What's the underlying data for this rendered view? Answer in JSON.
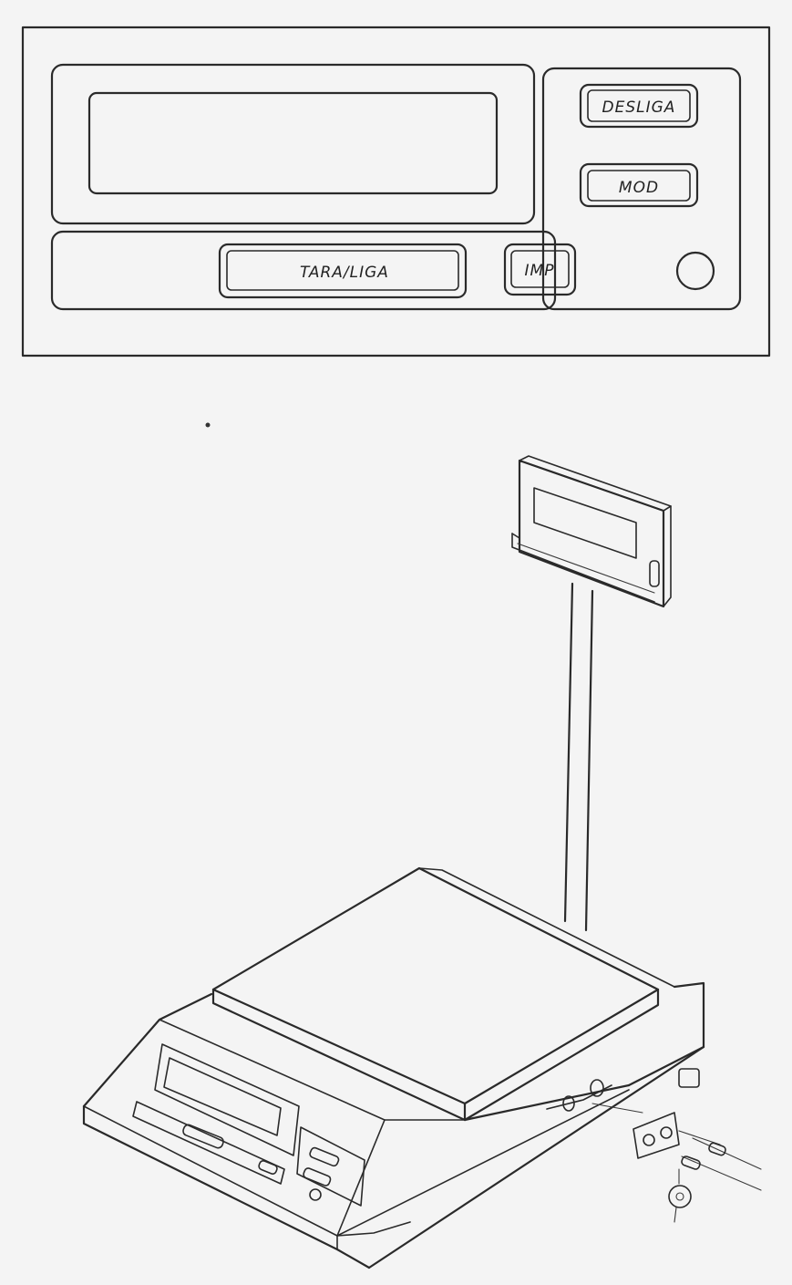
{
  "panel": {
    "buttons": {
      "desliga": "DESLIGA",
      "mod": "MOD",
      "tara_liga": "TARA/LIGA",
      "imp": "IMP"
    }
  },
  "colors": {
    "ink": "#2a2a2a",
    "paper": "#f4f4f4"
  }
}
